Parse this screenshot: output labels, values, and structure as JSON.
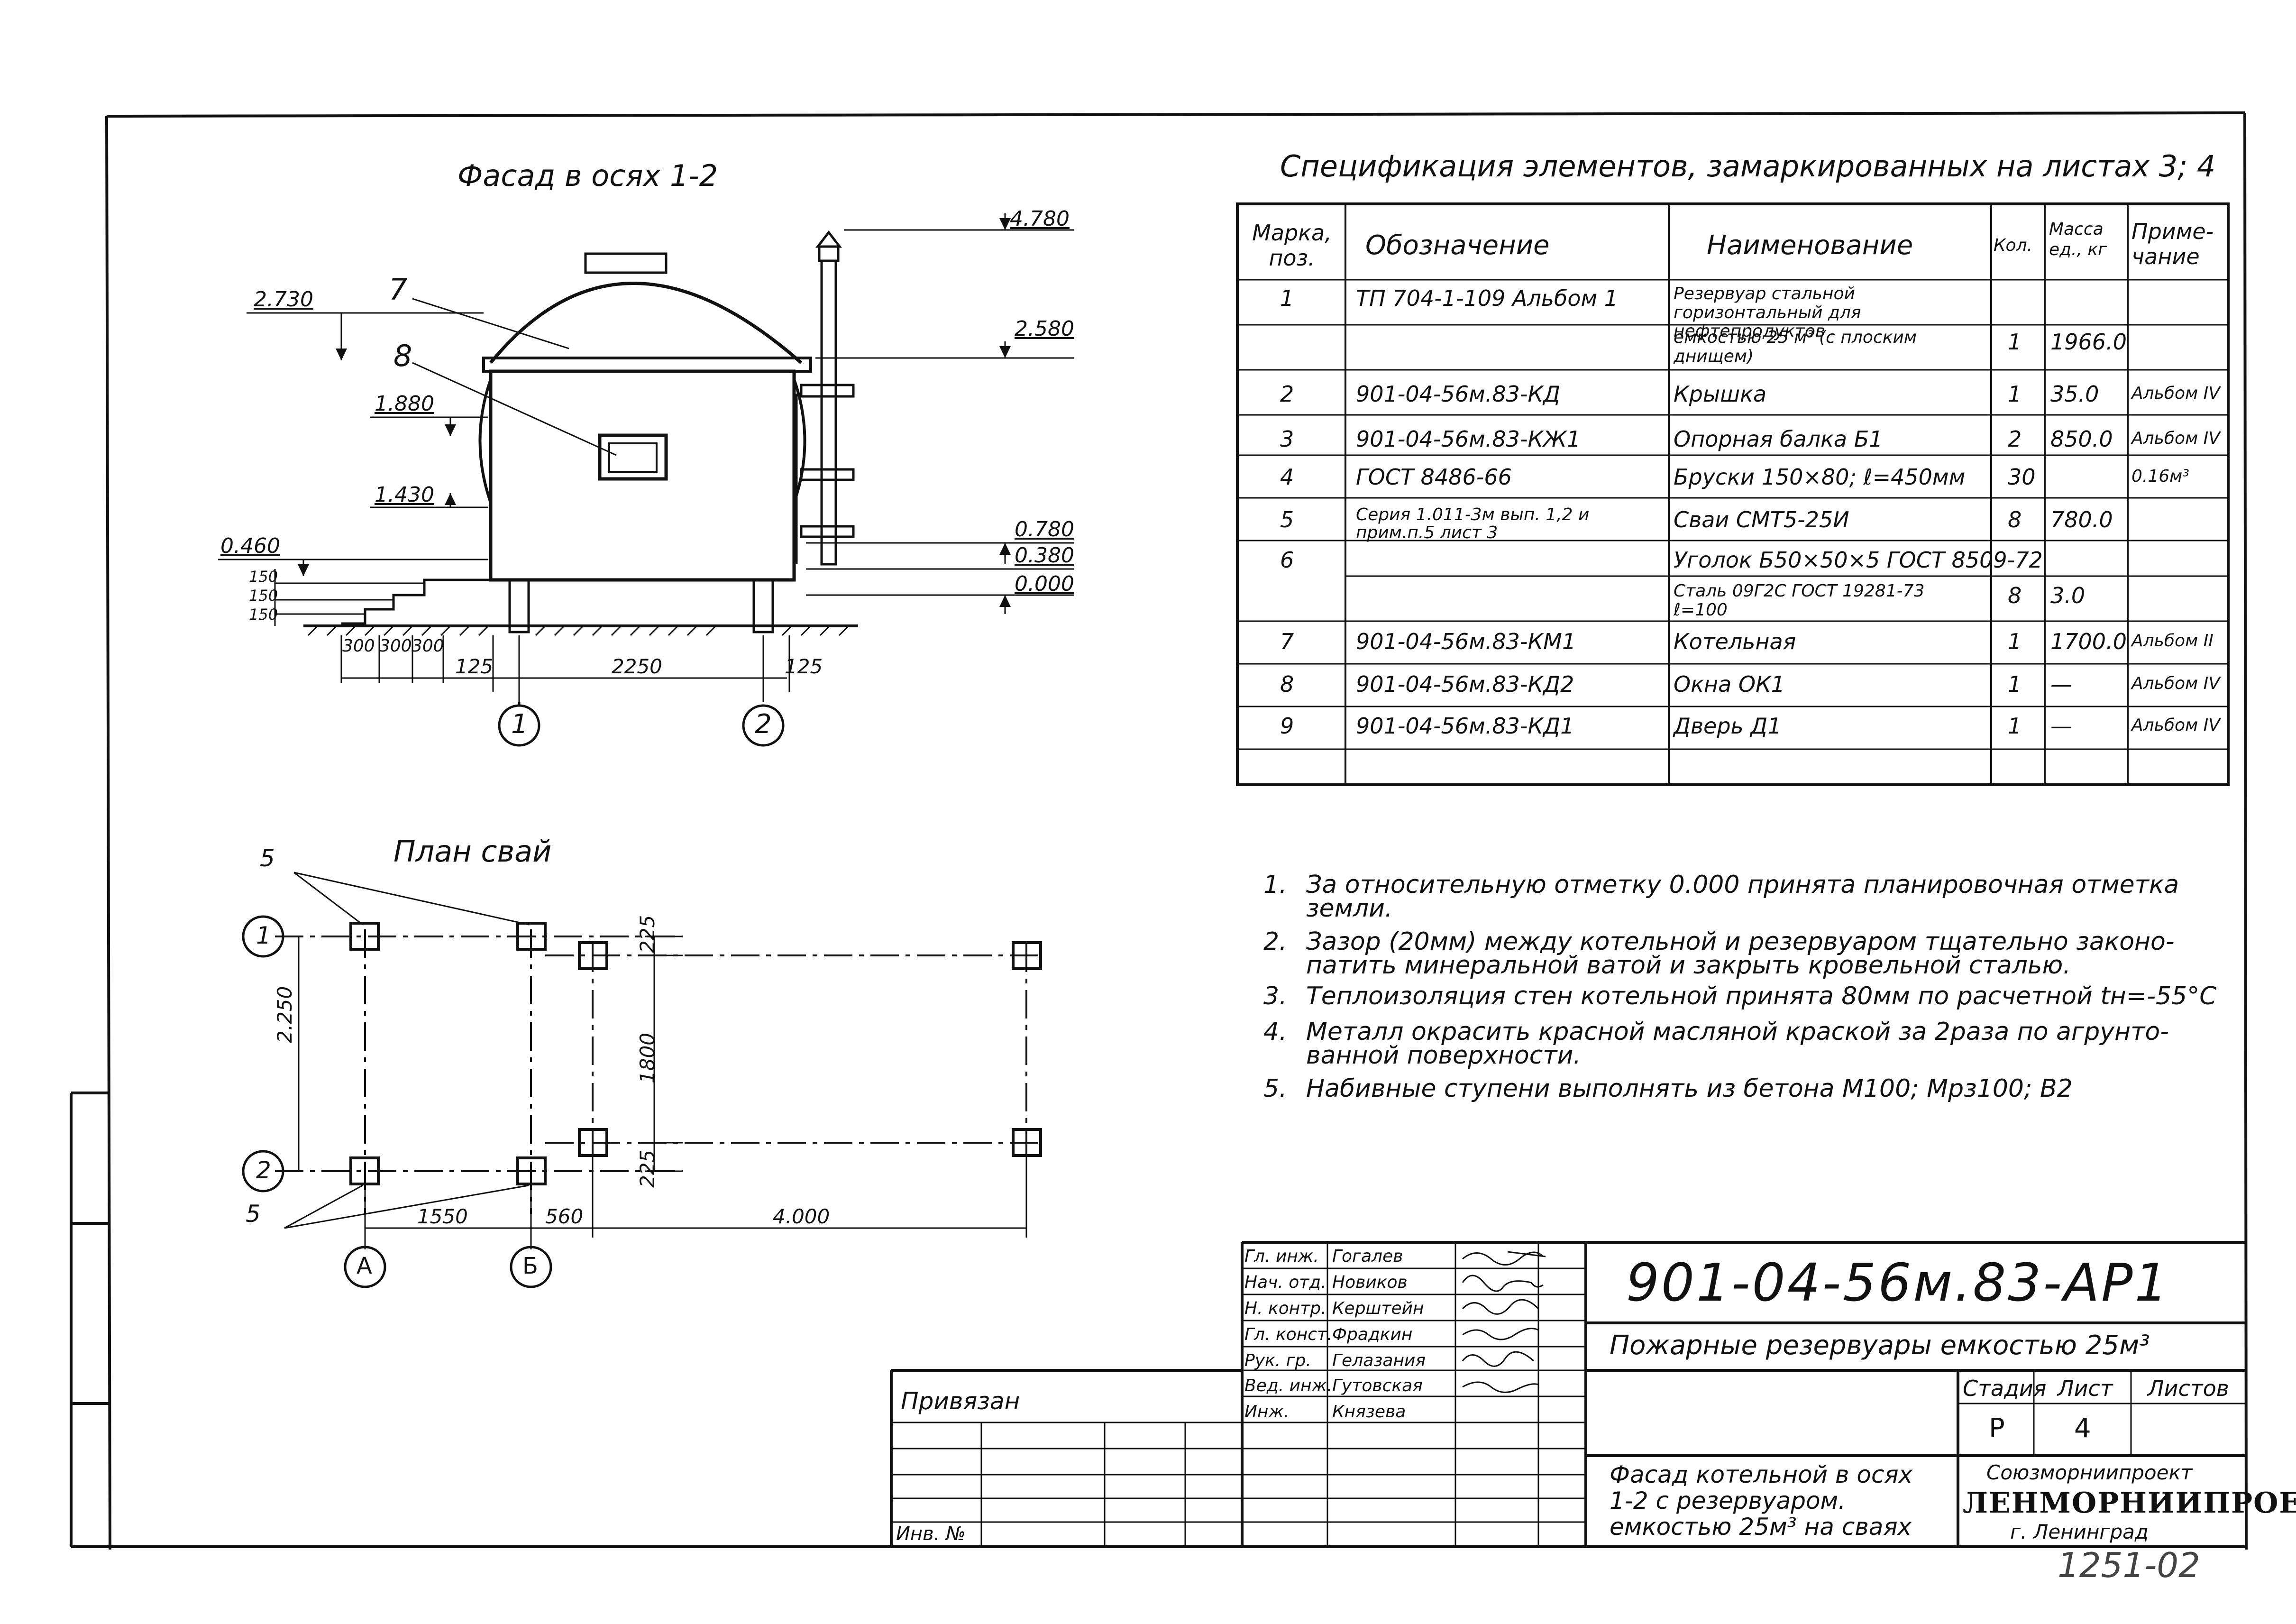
{
  "facade": {
    "title": "Фасад в осях 1-2",
    "elev_top_chimney": "4.780",
    "elev_roof": "2.580",
    "elev_left_top": "2.730",
    "elev_1880": "1.880",
    "elev_1430": "1.430",
    "elev_0460": "0.460",
    "elev_0780": "0.780",
    "elev_0380": "0.380",
    "elev_0000": "0.000",
    "callout_7": "7",
    "callout_8": "8",
    "dim_150_a": "150",
    "dim_150_b": "150",
    "dim_150_c": "150",
    "step_300_1": "300",
    "step_300_2": "300",
    "step_300_3": "300",
    "dim_125_l": "125",
    "dim_2250": "2250",
    "dim_125_r": "125",
    "axis_1": "1",
    "axis_2": "2"
  },
  "plan": {
    "title": "План свай",
    "callout_5_top": "5",
    "callout_5_bot": "5",
    "axis_1": "1",
    "axis_2": "2",
    "axis_A": "А",
    "axis_B": "Б",
    "dim_2250": "2.250",
    "dim_1800": "1800",
    "dim_225_top": "225",
    "dim_225_bot": "225",
    "dim_1550": "1550",
    "dim_560": "560",
    "dim_4000": "4.000"
  },
  "spec": {
    "title": "Спецификация элементов, замаркированных на листах 3; 4",
    "headers": {
      "mark": "Марка, поз.",
      "designation": "Обозначение",
      "name": "Наименование",
      "qty": "Кол.",
      "mass": "Масса ед., кг",
      "note": "Приме-чание"
    },
    "rows": [
      {
        "mark": "1",
        "designation": "ТП 704-1-109  Альбом 1",
        "name": "Резервуар стальной горизонтальный для нефтепродуктов",
        "qty": "",
        "mass": "",
        "note": ""
      },
      {
        "mark": "",
        "designation": "",
        "name": "емкостью 25 м³ (с плоским днищем)",
        "qty": "1",
        "mass": "1966.0",
        "note": ""
      },
      {
        "mark": "2",
        "designation": "901-04-56м.83-КД",
        "name": "Крышка",
        "qty": "1",
        "mass": "35.0",
        "note": "Альбом IV"
      },
      {
        "mark": "3",
        "designation": "901-04-56м.83-КЖ1",
        "name": "Опорная балка  Б1",
        "qty": "2",
        "mass": "850.0",
        "note": "Альбом IV"
      },
      {
        "mark": "4",
        "designation": "ГОСТ 8486-66",
        "name": "Бруски  150×80; ℓ=450мм",
        "qty": "30",
        "mass": "",
        "note": "0.16м³"
      },
      {
        "mark": "5",
        "designation": "Серия 1.011-3м вып. 1,2 и прим.п.5 лист 3",
        "name": "Сваи  СМТ5-25И",
        "qty": "8",
        "mass": "780.0",
        "note": ""
      },
      {
        "mark": "6",
        "designation": "",
        "name": "Уголок Б50×50×5  ГОСТ 8509-72",
        "qty": "",
        "mass": "",
        "note": ""
      },
      {
        "mark": "",
        "designation": "",
        "name": "Сталь 09Г2С ГОСТ 19281-73 ℓ=100",
        "qty": "8",
        "mass": "3.0",
        "note": ""
      },
      {
        "mark": "7",
        "designation": "901-04-56м.83-КМ1",
        "name": "Котельная",
        "qty": "1",
        "mass": "1700.0",
        "note": "Альбом II"
      },
      {
        "mark": "8",
        "designation": "901-04-56м.83-КД2",
        "name": "Окна  ОК1",
        "qty": "1",
        "mass": "—",
        "note": "Альбом IV"
      },
      {
        "mark": "9",
        "designation": "901-04-56м.83-КД1",
        "name": "Дверь  Д1",
        "qty": "1",
        "mass": "—",
        "note": "Альбом IV"
      },
      {
        "mark": "",
        "designation": "",
        "name": "",
        "qty": "",
        "mass": "",
        "note": ""
      }
    ]
  },
  "notes": [
    {
      "num": "1.",
      "text": "За относительную отметку 0.000 принята планировочная отметка"
    },
    {
      "num": "",
      "text": "земли."
    },
    {
      "num": "2.",
      "text": "Зазор (20мм) между котельной и резервуаром тщательно законо-"
    },
    {
      "num": "",
      "text": "патить минеральной ватой и закрыть кровельной сталью."
    },
    {
      "num": "3.",
      "text": "Теплоизоляция стен котельной принята 80мм по расчетной  tн=-55°С"
    },
    {
      "num": "4.",
      "text": "Металл окрасить красной масляной краской за 2раза по агрунто-"
    },
    {
      "num": "",
      "text": "ванной поверхности."
    },
    {
      "num": "5.",
      "text": "Набивные ступени выполнять из бетона М100; Мрз100; В2"
    }
  ],
  "stamp": {
    "signers": [
      {
        "role": "Гл. инж.",
        "name": "Гогалев"
      },
      {
        "role": "Нач. отд.",
        "name": "Новиков"
      },
      {
        "role": "Н. контр.",
        "name": "Керштейн"
      },
      {
        "role": "Гл. конст.",
        "name": "Фрадкин"
      },
      {
        "role": "Рук. гр.",
        "name": "Гелазания"
      },
      {
        "role": "Вед. инж.",
        "name": "Гутовская"
      },
      {
        "role": "Инж.",
        "name": "Князева"
      }
    ],
    "code": "901-04-56м.83-АР1",
    "project": "Пожарные резервуары емкостью 25м³",
    "stage_label": "Стадия",
    "sheet_label": "Лист",
    "sheets_label": "Листов",
    "stage": "Р",
    "sheet": "4",
    "sheets": "",
    "drawing_title_1": "Фасад котельной в осях",
    "drawing_title_2": "1-2  с  резервуаром.",
    "drawing_title_3": "емкостью 25м³ на сваях",
    "org_1": "Союзморниипроект",
    "org_2": "ЛЕНМОРНИИПРОЕКТ",
    "org_3": "г. Ленинград",
    "privyazan": "Привязан",
    "inv": "Инв. №",
    "archive_no": "1251-02"
  },
  "colors": {
    "ink": "#111111",
    "paper": "#ffffff"
  }
}
